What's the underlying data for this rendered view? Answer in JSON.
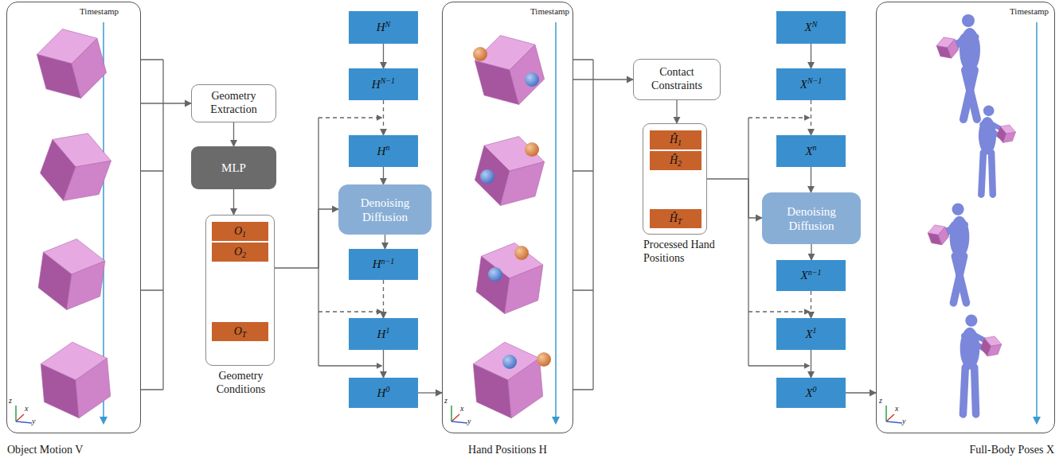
{
  "diagram": {
    "nodes": [
      {
        "text": [
          "Object Motion V"
        ]
      },
      {
        "text": [
          "Geometry Extraction"
        ]
      },
      {
        "text": [
          "MLP"
        ]
      },
      {
        "text": [
          "Geometry Conditions"
        ]
      },
      {
        "text": [
          "O",
          "1"
        ],
        "in": 3
      },
      {
        "text": [
          "O",
          "2"
        ],
        "in": 3
      },
      {
        "text": [
          "O",
          "T"
        ],
        "in": 3
      },
      {
        "text": [
          "H",
          "N"
        ]
      },
      {
        "text": [
          "H",
          "N−1"
        ]
      },
      {
        "text": [
          "H",
          "n"
        ]
      },
      {
        "text": [
          "Denoising Diffusion"
        ]
      },
      {
        "text": [
          "H",
          "n−1"
        ]
      },
      {
        "text": [
          "H",
          "1"
        ]
      },
      {
        "text": [
          "H",
          "0"
        ]
      },
      {
        "text": [
          "Hand Positions H"
        ]
      },
      {
        "text": [
          "Contact Constraints"
        ]
      },
      {
        "text": [
          "Processed Hand Positions"
        ]
      },
      {
        "text": [
          "Ĥ",
          "1"
        ],
        "in": 16
      },
      {
        "text": [
          "Ĥ",
          "2"
        ],
        "in": 16
      },
      {
        "text": [
          "Ĥ",
          "T"
        ],
        "in": 16
      },
      {
        "text": [
          "X",
          "N"
        ]
      },
      {
        "text": [
          "X",
          "N−1"
        ]
      },
      {
        "text": [
          "X",
          "n"
        ]
      },
      {
        "text": [
          "Denoising Diffusion"
        ]
      },
      {
        "text": [
          "X",
          "n−1"
        ]
      },
      {
        "text": [
          "X",
          "1"
        ]
      },
      {
        "text": [
          "X",
          "0"
        ]
      },
      {
        "text": [
          "Full-Body Poses X"
        ]
      }
    ],
    "edges": [
      {
        "from": 0,
        "to": 1,
        "arrow": "to"
      },
      {
        "from": 1,
        "to": 2,
        "arrow": "to"
      },
      {
        "from": 2,
        "to": 3,
        "arrow": "to"
      },
      {
        "from": 7,
        "to": 8,
        "arrow": "to"
      },
      {
        "from": 8,
        "to": 9,
        "arrow": "to"
      },
      {
        "from": 9,
        "to": 10,
        "arrow": "to"
      },
      {
        "from": 10,
        "to": 11,
        "arrow": "to"
      },
      {
        "from": 11,
        "to": 12,
        "arrow": "to"
      },
      {
        "from": 12,
        "to": 13,
        "arrow": "to"
      },
      {
        "from": 3,
        "to": 10,
        "arrow": "to"
      },
      {
        "from": 13,
        "to": 14,
        "arrow": "to"
      },
      {
        "from": 14,
        "to": 15,
        "arrow": "to"
      },
      {
        "from": 15,
        "to": 16,
        "arrow": "to"
      },
      {
        "from": 20,
        "to": 21,
        "arrow": "to"
      },
      {
        "from": 21,
        "to": 22,
        "arrow": "to"
      },
      {
        "from": 22,
        "to": 23,
        "arrow": "to"
      },
      {
        "from": 23,
        "to": 24,
        "arrow": "to"
      },
      {
        "from": 24,
        "to": 25,
        "arrow": "to"
      },
      {
        "from": 25,
        "to": 26,
        "arrow": "to"
      },
      {
        "from": 16,
        "to": 23,
        "arrow": "to"
      },
      {
        "from": 26,
        "to": 27,
        "arrow": "to"
      }
    ],
    "labels": [
      "Timestamp",
      "z",
      "x",
      "y",
      "Timestamp",
      "z",
      "x",
      "y",
      "Timestamp",
      "z",
      "x",
      "y"
    ]
  }
}
